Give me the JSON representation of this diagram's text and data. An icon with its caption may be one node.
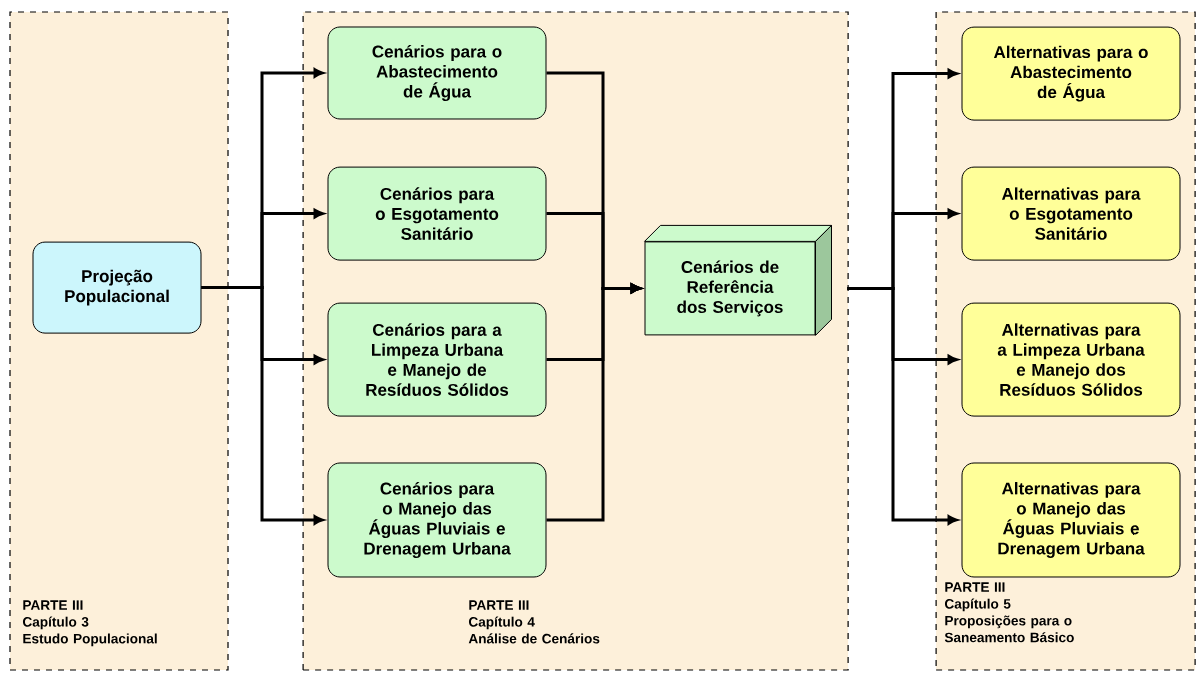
{
  "diagram": {
    "nodes": [
      {
        "text": [
          "PARTE III",
          "Capítulo 3",
          "Estudo Populacional"
        ]
      },
      {
        "text": [
          "PARTE III",
          "Capítulo 4",
          "Análise de Cenários"
        ]
      },
      {
        "text": [
          "PARTE III",
          "Capítulo 5",
          "Proposições para o Saneamento Básico"
        ]
      },
      {
        "text": [
          "Projeção Populacional"
        ],
        "in": 0
      },
      {
        "text": [
          "Cenários para o Abastecimento de Água"
        ],
        "in": 1
      },
      {
        "text": [
          "Cenários para o Esgotamento Sanitário"
        ],
        "in": 1
      },
      {
        "text": [
          "Cenários para a Limpeza Urbana e Manejo de Resíduos Sólidos"
        ],
        "in": 1
      },
      {
        "text": [
          "Cenários para o Manejo das Águas Pluviais e Drenagem Urbana"
        ],
        "in": 1
      },
      {
        "text": [
          "Cenários de Referência dos Serviços"
        ],
        "in": 1
      },
      {
        "text": [
          "Alternativas para o Abastecimento de Água"
        ],
        "in": 2
      },
      {
        "text": [
          "Alternativas para o Esgotamento Sanitário"
        ],
        "in": 2
      },
      {
        "text": [
          "Alternativas para a Limpeza Urbana e Manejo dos Resíduos Sólidos"
        ],
        "in": 2
      },
      {
        "text": [
          "Alternativas para o Manejo das Águas Pluviais e Drenagem Urbana"
        ],
        "in": 2
      }
    ],
    "edges": [
      {
        "from": 3,
        "to": 4,
        "arrow": "to"
      },
      {
        "from": 3,
        "to": 5,
        "arrow": "to"
      },
      {
        "from": 3,
        "to": 6,
        "arrow": "to"
      },
      {
        "from": 3,
        "to": 7,
        "arrow": "to"
      },
      {
        "from": 4,
        "to": 8,
        "arrow": "to"
      },
      {
        "from": 5,
        "to": 8,
        "arrow": "to"
      },
      {
        "from": 6,
        "to": 8,
        "arrow": "to"
      },
      {
        "from": 7,
        "to": 8,
        "arrow": "to"
      },
      {
        "from": 8,
        "to": 9,
        "arrow": "to"
      },
      {
        "from": 8,
        "to": 10,
        "arrow": "to"
      },
      {
        "from": 8,
        "to": 11,
        "arrow": "to"
      },
      {
        "from": 8,
        "to": 12,
        "arrow": "to"
      }
    ]
  }
}
